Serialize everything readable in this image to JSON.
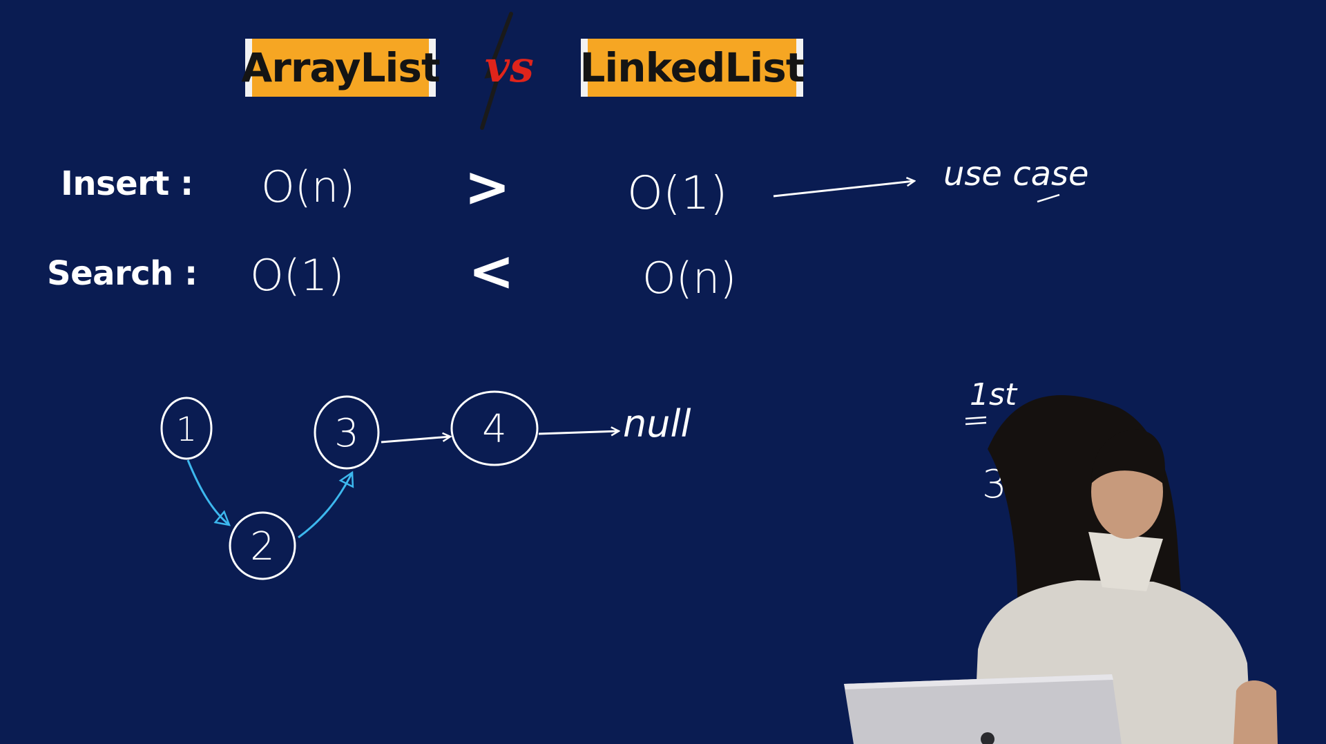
{
  "header": {
    "left_title": "ArrayList",
    "versus": "vs",
    "right_title": "LinkedList"
  },
  "rows": [
    {
      "label": "Insert :",
      "arraylist": "O(n)",
      "comparison": ">",
      "linkedlist": "O(1)"
    },
    {
      "label": "Search :",
      "arraylist": "O(1)",
      "comparison": "<",
      "linkedlist": "O(n)"
    }
  ],
  "insert_note": "use case",
  "nodes": [
    "1",
    "2",
    "3",
    "4"
  ],
  "null_label": "null",
  "side_notes": [
    "1st",
    "3rd"
  ],
  "colors": {
    "background": "#0a1c52",
    "badge": "#f6a623",
    "ink": "#ffffff",
    "link_arrow": "#3db8ee",
    "vs_red": "#e0241b"
  }
}
